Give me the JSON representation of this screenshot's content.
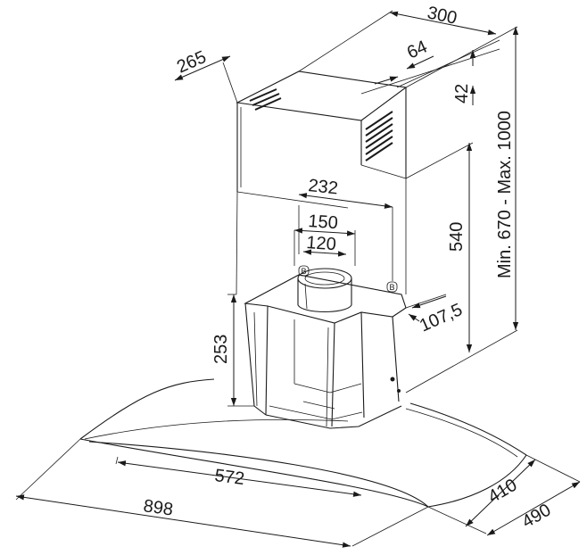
{
  "dimensions": {
    "chimney_width": "300",
    "chimney_depth": "265",
    "chimney_offset": "64",
    "top_height": "42",
    "height_range": "Min. 670 - Max. 1000",
    "outlet_spacing": "232",
    "outlet_outer": "150",
    "outlet_inner": "120",
    "chimney_lower": "540",
    "outlet_rear": "107,5",
    "body_height": "253",
    "glass_inner_width": "572",
    "glass_width": "898",
    "glass_inner_depth": "410",
    "glass_depth": "490"
  },
  "labels": {
    "bracket_marker": "B"
  }
}
